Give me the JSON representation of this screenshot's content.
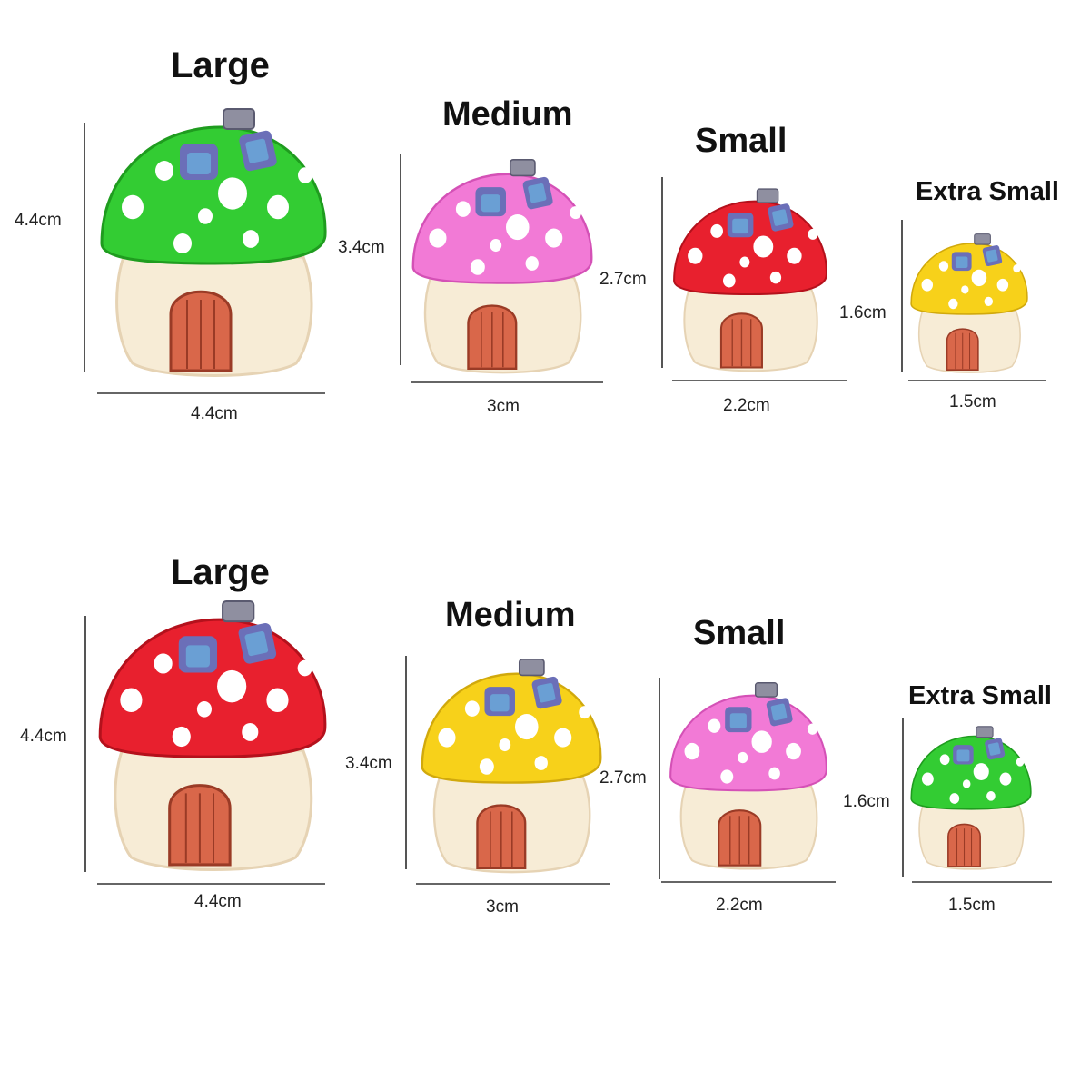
{
  "rows": [
    {
      "items": [
        {
          "size_label": "Large",
          "height_label": "4.4cm",
          "width_label": "4.4cm",
          "cap_color": "#33cc33",
          "cap_shade": "#1f9c1f"
        },
        {
          "size_label": "Medium",
          "height_label": "3.4cm",
          "width_label": "3cm",
          "cap_color": "#f27ad6",
          "cap_shade": "#d451b6"
        },
        {
          "size_label": "Small",
          "height_label": "2.7cm",
          "width_label": "2.2cm",
          "cap_color": "#e8202e",
          "cap_shade": "#b4111c"
        },
        {
          "size_label": "Extra Small",
          "height_label": "1.6cm",
          "width_label": "1.5cm",
          "cap_color": "#f7d11a",
          "cap_shade": "#d1a90c"
        }
      ]
    },
    {
      "items": [
        {
          "size_label": "Large",
          "height_label": "4.4cm",
          "width_label": "4.4cm",
          "cap_color": "#e8202e",
          "cap_shade": "#b4111c"
        },
        {
          "size_label": "Medium",
          "height_label": "3.4cm",
          "width_label": "3cm",
          "cap_color": "#f7d11a",
          "cap_shade": "#d1a90c"
        },
        {
          "size_label": "Small",
          "height_label": "2.7cm",
          "width_label": "2.2cm",
          "cap_color": "#f27ad6",
          "cap_shade": "#d451b6"
        },
        {
          "size_label": "Extra Small",
          "height_label": "1.6cm",
          "width_label": "1.5cm",
          "cap_color": "#33cc33",
          "cap_shade": "#1f9c1f"
        }
      ]
    }
  ],
  "colors": {
    "body": "#f7ecd6",
    "body_shade": "#e6d3b4",
    "door": "#d9674a",
    "door_dark": "#9a3b26",
    "window_frame": "#6b6fb8",
    "window_glass": "#6a9fd4",
    "spot": "#ffffff"
  }
}
